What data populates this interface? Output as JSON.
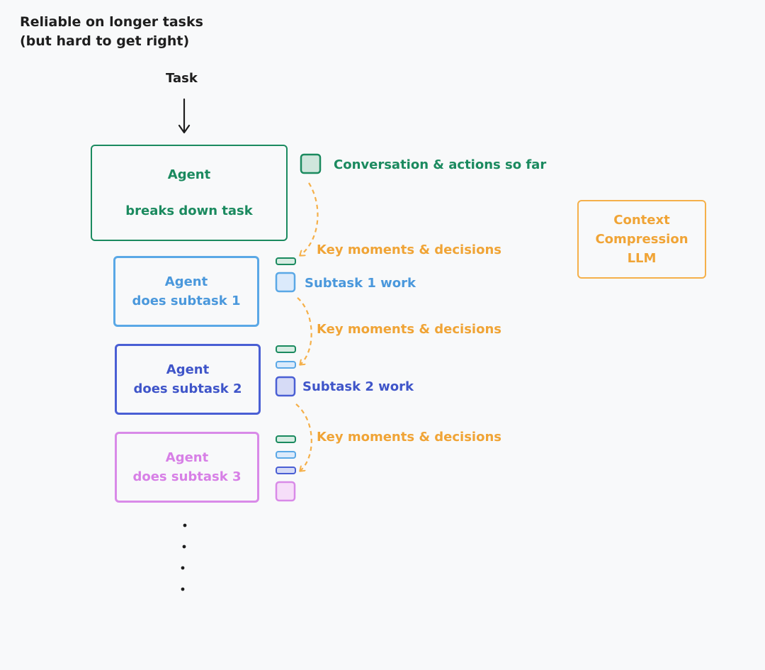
{
  "heading": "Reliable on longer tasks\n(but hard to get right)",
  "task_label": "Task",
  "main_agent": {
    "title": "Agent",
    "subtitle": "breaks down task"
  },
  "subagents": [
    {
      "title": "Agent",
      "subtitle": "does subtask 1"
    },
    {
      "title": "Agent",
      "subtitle": "does subtask 2"
    },
    {
      "title": "Agent",
      "subtitle": "does subtask 3"
    }
  ],
  "context_box": {
    "line1": "Context",
    "line2": "Compression",
    "line3": "LLM"
  },
  "labels": {
    "conversation": "Conversation & actions so far",
    "key_moments_1": "Key moments & decisions",
    "subtask1_work": "Subtask 1 work",
    "key_moments_2": "Key moments & decisions",
    "subtask2_work": "Subtask 2 work",
    "key_moments_3": "Key moments & decisions"
  },
  "colors": {
    "main_agent": "#1b8a5f",
    "subtask1": "#5aa8e6",
    "subtask2": "#4a5fd4",
    "subtask3": "#d98ae8",
    "compression": "#f5b04a",
    "text_dark": "#1e1e1e"
  }
}
